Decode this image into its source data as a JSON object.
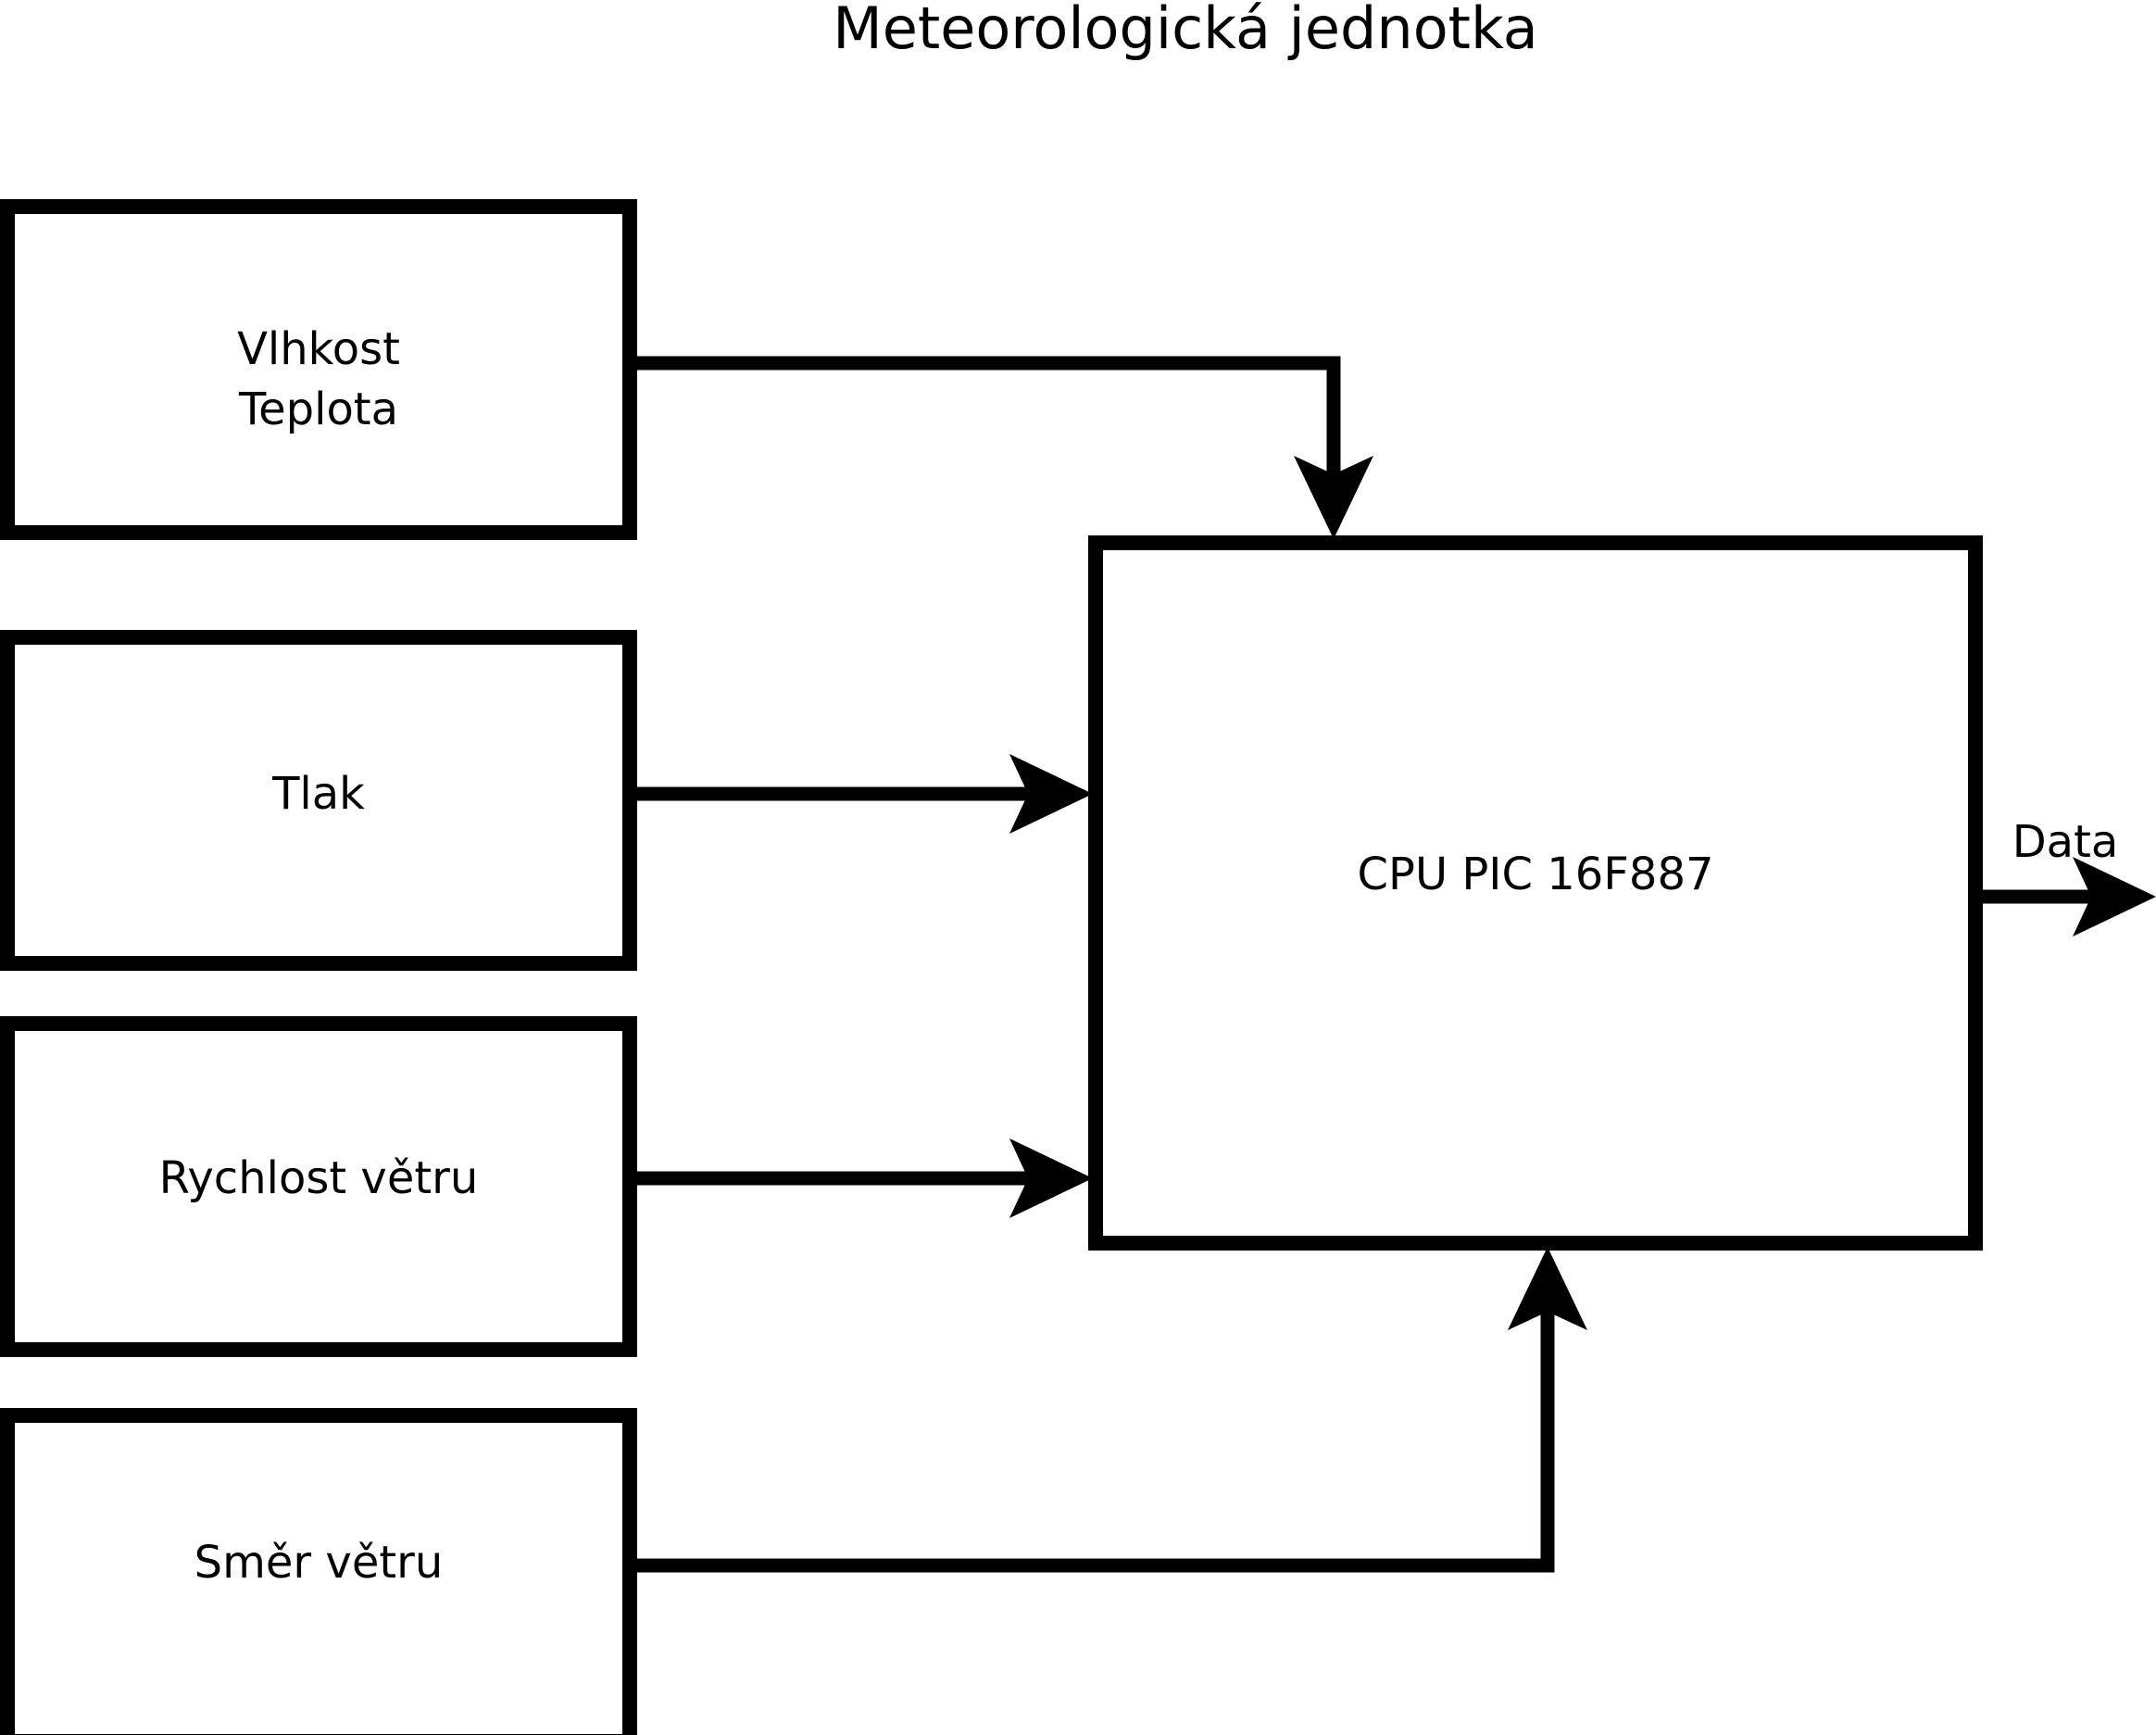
{
  "title": "Meteorologická jednotka",
  "sensor_blocks": [
    {
      "id": "humidity-temperature",
      "lines": [
        "Vlhkost",
        "Teplota"
      ]
    },
    {
      "id": "pressure",
      "lines": [
        "Tlak"
      ]
    },
    {
      "id": "wind-speed",
      "lines": [
        "Rychlost větru"
      ]
    },
    {
      "id": "wind-direction",
      "lines": [
        "Směr větru"
      ]
    }
  ],
  "cpu_block": {
    "id": "cpu",
    "label": "CPU PIC 16F887"
  },
  "edges": {
    "output_label": "Data"
  },
  "colors": {
    "background": "#ffffff",
    "stroke": "#000000",
    "fill": "#ffffff",
    "text": "#000000"
  }
}
